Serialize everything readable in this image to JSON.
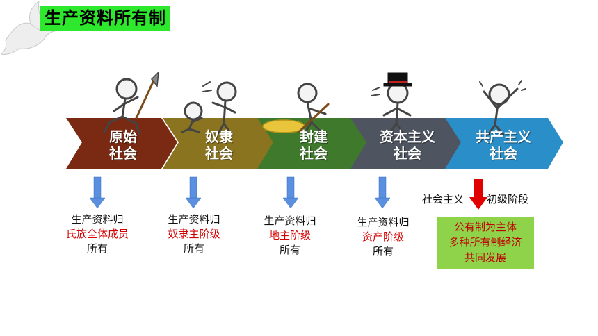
{
  "title": "生产资料所有制",
  "stages": [
    {
      "line1": "原始",
      "line2": "社会",
      "color": "#7a2a12"
    },
    {
      "line1": "奴隶",
      "line2": "社会",
      "color": "#8a7420"
    },
    {
      "line1": "封建",
      "line2": "社会",
      "color": "#3f7a2c"
    },
    {
      "line1": "资本主义",
      "line2": "社会",
      "color": "#4f5560"
    },
    {
      "line1": "共产主义",
      "line2": "社会",
      "color": "#2a8fc8"
    }
  ],
  "ownership": [
    {
      "line1": "生产资料归",
      "owner": "氏族全体成员",
      "line3": "所有"
    },
    {
      "line1": "生产资料归",
      "owner": "奴隶主阶级",
      "line3": "所有"
    },
    {
      "line1": "生产资料归",
      "owner": "地主阶级",
      "line3": "所有"
    },
    {
      "line1": "生产资料归",
      "owner": "资产阶级",
      "line3": "所有"
    }
  ],
  "socialism": {
    "left_label": "社会主义",
    "right_label": "初级阶段",
    "box_lines": [
      "公有制为主体",
      "多种所有制经济",
      "共同发展"
    ]
  }
}
